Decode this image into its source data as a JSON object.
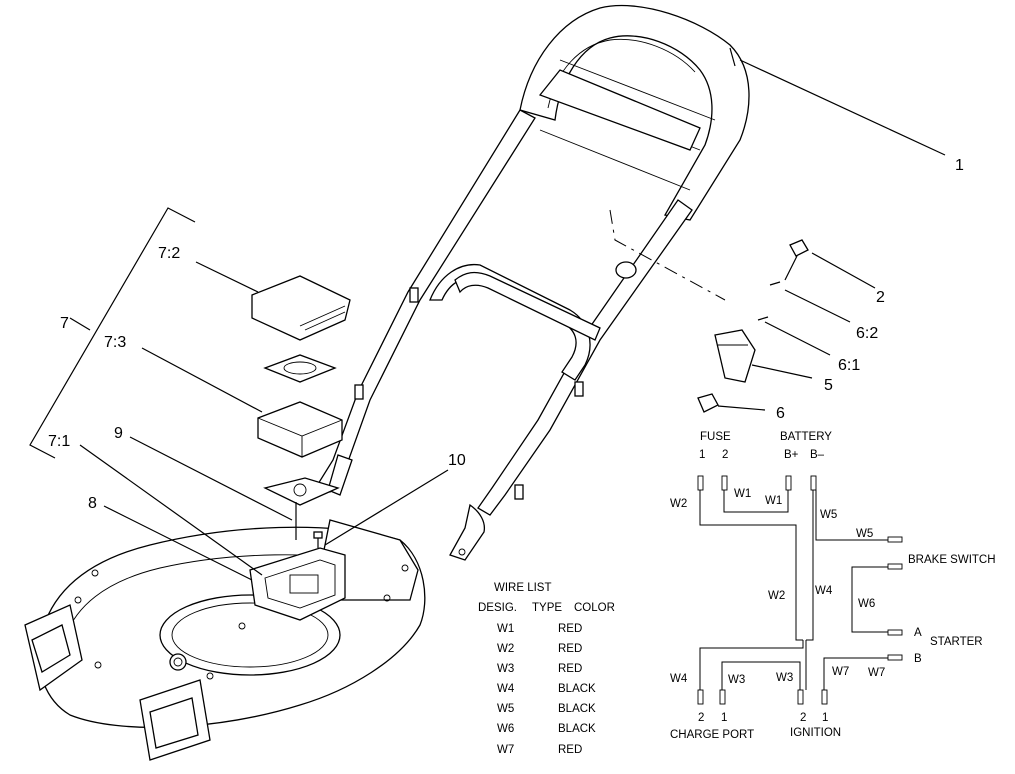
{
  "callouts": {
    "c1": "1",
    "c2": "2",
    "c6_2": "6:2",
    "c6_1": "6:1",
    "c5": "5",
    "c6": "6",
    "c7": "7",
    "c7_2": "7:2",
    "c7_3": "7:3",
    "c7_1": "7:1",
    "c8": "8",
    "c9": "9",
    "c10": "10"
  },
  "wiring": {
    "fuse": "FUSE",
    "battery": "BATTERY",
    "fuse_pin1": "1",
    "fuse_pin2": "2",
    "battery_pos": "B+",
    "battery_neg": "B–",
    "brake_switch": "BRAKE SWITCH",
    "starter": "STARTER",
    "starter_a": "A",
    "starter_b": "B",
    "charge_port": "CHARGE PORT",
    "ignition": "IGNITION",
    "charge_pin2": "2",
    "charge_pin1": "1",
    "ign_pin2": "2",
    "ign_pin1": "1",
    "labels": {
      "w2_left": "W2",
      "w1_mid": "W1",
      "w1_right": "W1",
      "w5_top": "W5",
      "w5_right": "W5",
      "w2_center": "W2",
      "w4_center": "W4",
      "w6": "W6",
      "w4_bottom": "W4",
      "w3_left": "W3",
      "w3_right": "W3",
      "w7_left": "W7",
      "w7_right": "W7"
    }
  },
  "wire_list": {
    "title": "WIRE LIST",
    "headers": [
      "DESIG.",
      "TYPE",
      "COLOR"
    ],
    "rows": [
      {
        "desig": "W1",
        "color": "RED"
      },
      {
        "desig": "W2",
        "color": "RED"
      },
      {
        "desig": "W3",
        "color": "RED"
      },
      {
        "desig": "W4",
        "color": "BLACK"
      },
      {
        "desig": "W5",
        "color": "BLACK"
      },
      {
        "desig": "W6",
        "color": "BLACK"
      },
      {
        "desig": "W7",
        "color": "RED"
      }
    ]
  }
}
